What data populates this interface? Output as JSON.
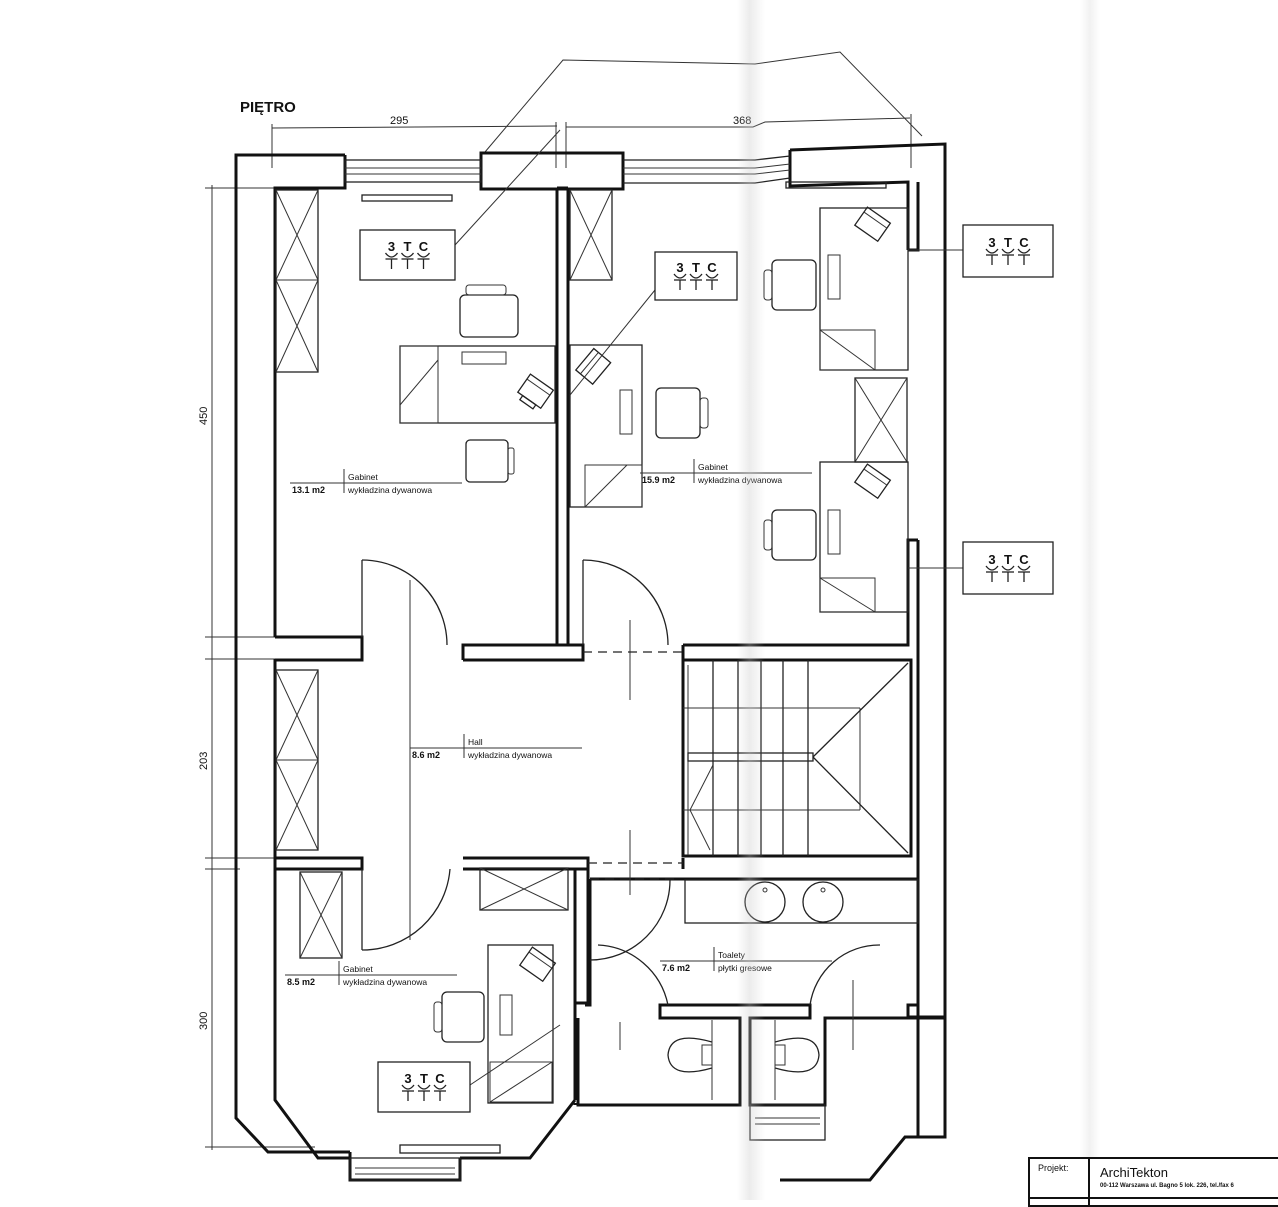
{
  "drawing": {
    "title": "PIĘTRO",
    "dimensions": {
      "top_left": "295",
      "top_right": "368",
      "left_top": "450",
      "left_middle": "203",
      "left_bottom": "300"
    },
    "rooms": [
      {
        "name": "Gabinet",
        "area": "13.1 m2",
        "floor": "wykładzina dywanowa"
      },
      {
        "name": "Gabinet",
        "area": "15.9 m2",
        "floor": "wykładzina dywanowa"
      },
      {
        "name": "Hall",
        "area": "8.6 m2",
        "floor": "wykładzina dywanowa"
      },
      {
        "name": "Gabinet",
        "area": "8.5 m2",
        "floor": "wykładzina dywanowa"
      },
      {
        "name": "Toalety",
        "area": "7.6 m2",
        "floor": "płytki gresowe"
      }
    ],
    "socket_symbol": {
      "labels": [
        "3",
        "T",
        "C"
      ]
    },
    "colors": {
      "line": "#111111",
      "paper": "#ffffff"
    }
  },
  "title_block": {
    "key": "Projekt:",
    "name": "ArchiTekton",
    "address": "00-112 Warszawa ul. Bagno 5 lok. 226, tel./fax 6"
  }
}
